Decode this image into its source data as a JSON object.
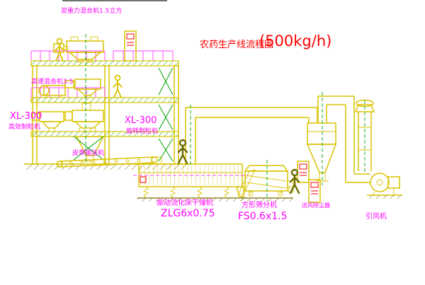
{
  "title": {
    "text": "农药生产线流程图",
    "capacity": "(500kg/h)"
  },
  "labels": {
    "gravity_mixer": "双重力混合机1.5立方",
    "high_speed_mixer": "高速混合机3.5",
    "left_granulator_model": "XL-300",
    "left_granulator_name": "高效制粒机",
    "rotary_granulator_model": "XL-300",
    "rotary_granulator_name": "旋转制粒机",
    "belt_conveyor": "皮带输送机",
    "dryer_name": "振动流化床干燥机",
    "dryer_model": "ZLG6x0.75",
    "sifter_name": "方形筛分机",
    "sifter_model": "FS0.6x1.5",
    "blower_duster": "送风除尘器",
    "induced_fan": "引风机"
  },
  "colors": {
    "line_yellow": "#d9c300",
    "hatch_green": "#00a300",
    "label_magenta": "#ff00ff",
    "title_red": "#ff0000",
    "ground_brown": "#7a6a00"
  }
}
